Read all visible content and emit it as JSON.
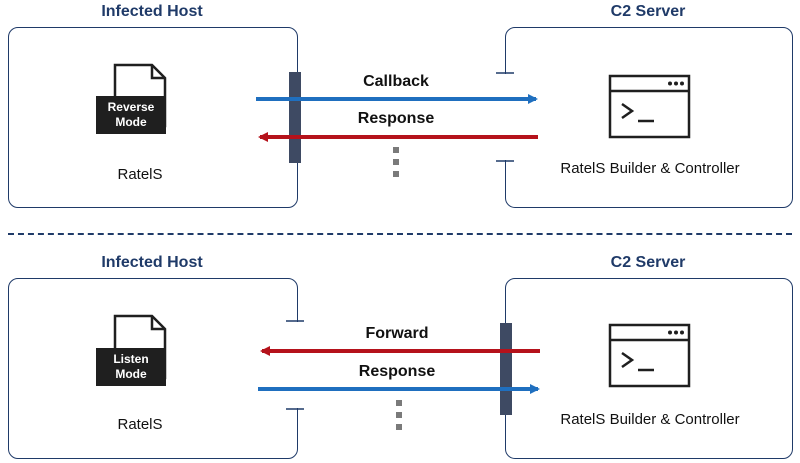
{
  "top": {
    "left_title": "Infected Host",
    "right_title": "C2 Server",
    "mode_line1": "Reverse",
    "mode_line2": "Mode",
    "host_label": "RatelS",
    "server_label": "RatelS Builder & Controller",
    "arrow1_label": "Callback",
    "arrow2_label": "Response"
  },
  "bottom": {
    "left_title": "Infected Host",
    "right_title": "C2 Server",
    "mode_line1": "Listen",
    "mode_line2": "Mode",
    "host_label": "RatelS",
    "server_label": "RatelS Builder & Controller",
    "arrow1_label": "Forward",
    "arrow2_label": "Response"
  },
  "colors": {
    "navy": "#1f3a68",
    "blue_arrow": "#1f6fbf",
    "red_arrow": "#b5121b",
    "firewall": "#3e4a63"
  }
}
